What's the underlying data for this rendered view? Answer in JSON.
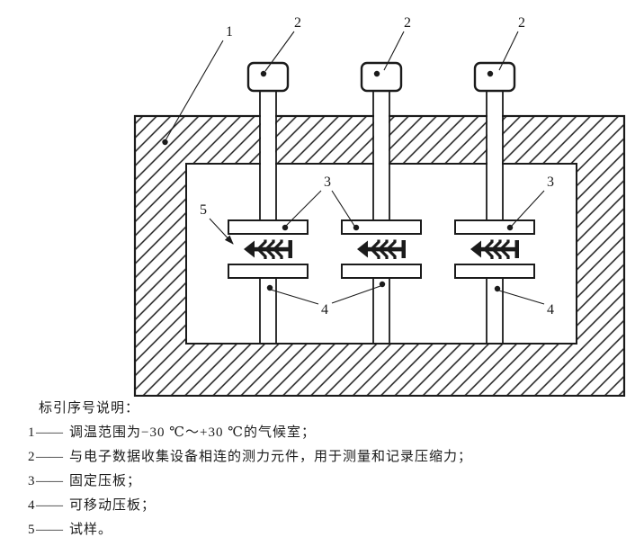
{
  "colors": {
    "ink": "#1b1b1b",
    "paper": "#ffffff"
  },
  "figure": {
    "description": "气候室内三组压缩试验装置示意图",
    "callouts": {
      "chamber": "1",
      "load_cell": "2",
      "fixed_plate": "3",
      "movable_plate": "4",
      "specimen": "5"
    }
  },
  "legend": {
    "heading": "标引序号说明：",
    "separator": "——",
    "items": [
      {
        "num": "1",
        "text": "调温范围为−30 ℃～+30 ℃的气候室；"
      },
      {
        "num": "2",
        "text": "与电子数据收集设备相连的测力元件，用于测量和记录压缩力；"
      },
      {
        "num": "3",
        "text": "固定压板；"
      },
      {
        "num": "4",
        "text": "可移动压板；"
      },
      {
        "num": "5",
        "text": "试样。"
      }
    ]
  }
}
